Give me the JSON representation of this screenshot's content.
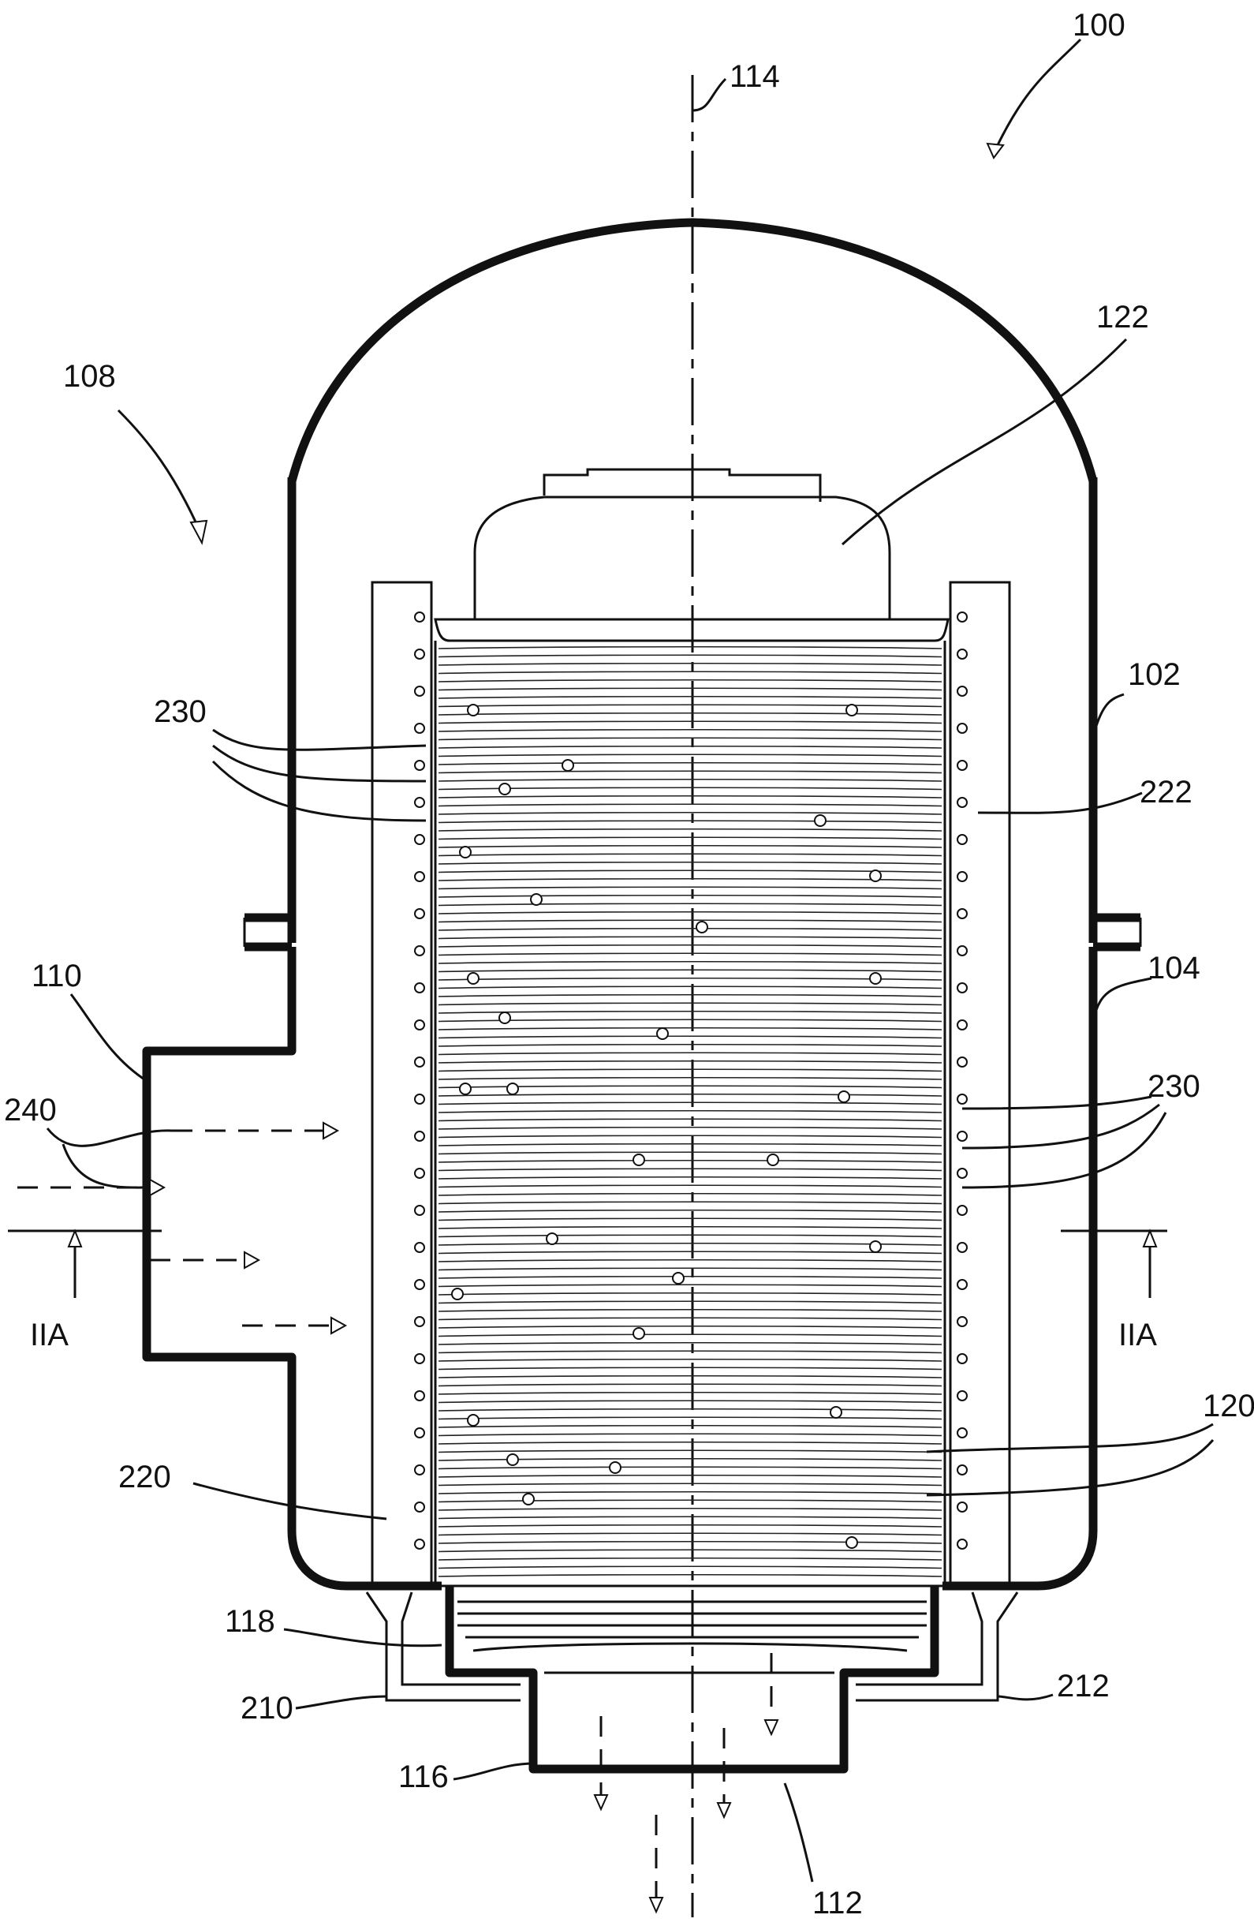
{
  "figure": {
    "reference_numerals": {
      "assembly": "100",
      "housing_upper": "102",
      "housing_lower": "104",
      "section_arrow": "108",
      "inlet": "110",
      "outlet": "112",
      "axis": "114",
      "outlet_pipe": "116",
      "end_cap": "118",
      "filter_media_a": "120",
      "filter_media_b": "120",
      "top_cap": "122",
      "left_drain": "210",
      "right_drain": "212",
      "left_sleeve": "220",
      "right_sleeve": "222",
      "left_holes": "230",
      "right_holes": "230",
      "flow": "240"
    },
    "section_labels": {
      "left": "IIA",
      "right": "IIA"
    }
  }
}
